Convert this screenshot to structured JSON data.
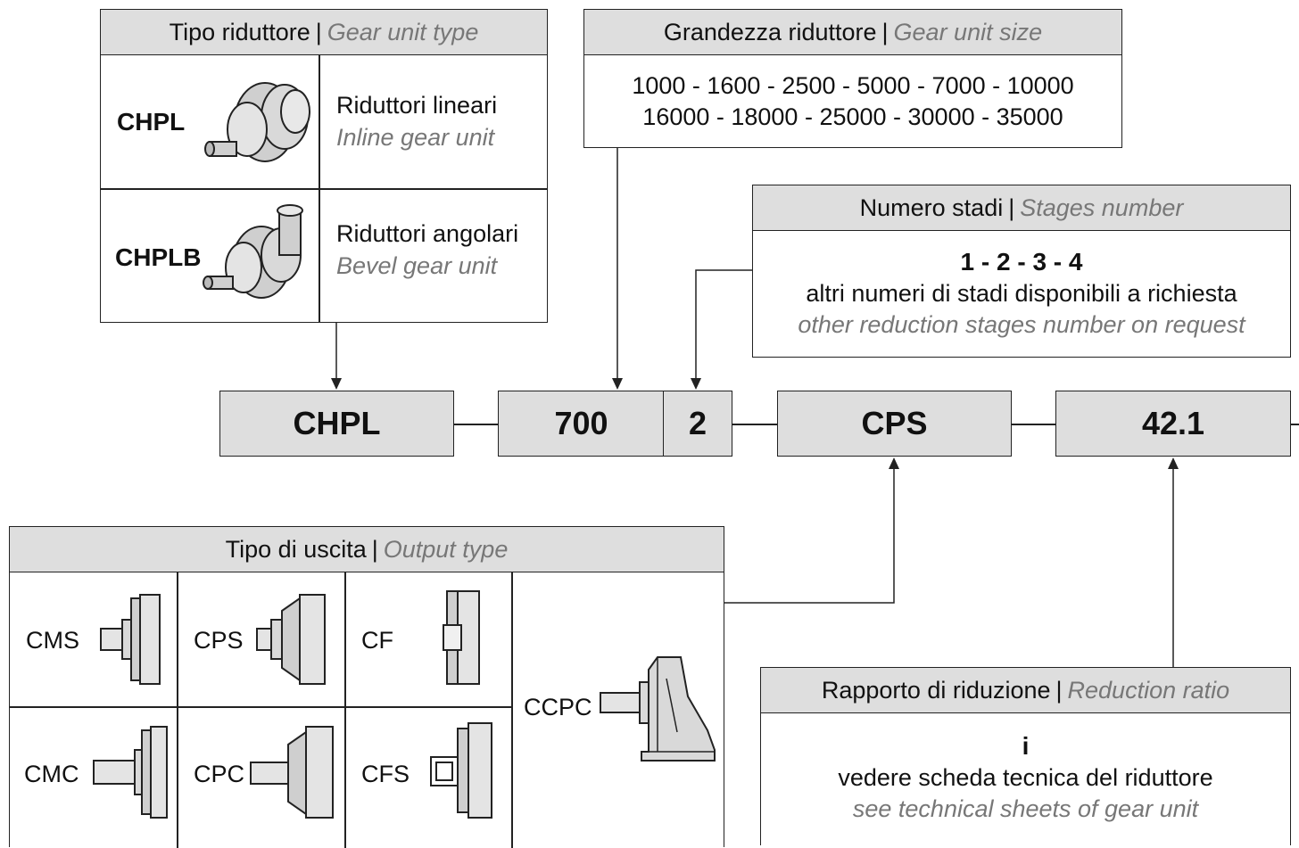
{
  "gear_type": {
    "title_it": "Tipo riduttore",
    "title_en": "Gear unit type",
    "sep": "|",
    "rows": [
      {
        "code": "CHPL",
        "label_it": "Riduttori lineari",
        "label_en": "Inline gear unit"
      },
      {
        "code": "CHPLB",
        "label_it": "Riduttori angolari",
        "label_en": "Bevel gear unit"
      }
    ]
  },
  "gear_size": {
    "title_it": "Grandezza riduttore",
    "title_en": "Gear unit size",
    "sep": "|",
    "line1": "1000 - 1600 - 2500 - 5000 - 7000 - 10000",
    "line2": "16000 - 18000 - 25000 - 30000 - 35000"
  },
  "stages": {
    "title_it": "Numero stadi",
    "title_en": "Stages number",
    "sep": "|",
    "values": "1 - 2 - 3 - 4",
    "note_it": "altri numeri di stadi disponibili a richiesta",
    "note_en": "other reduction stages number on request"
  },
  "code_boxes": {
    "type": "CHPL",
    "size": "700",
    "stages": "2",
    "output": "CPS",
    "ratio": "42.1"
  },
  "output_type": {
    "title_it": "Tipo di uscita",
    "title_en": "Output type",
    "sep": "|",
    "items": [
      "CMS",
      "CPS",
      "CF",
      "CMC",
      "CPC",
      "CFS",
      "CCPC"
    ]
  },
  "ratio": {
    "title_it": "Rapporto di riduzione",
    "title_en": "Reduction ratio",
    "sep": "|",
    "symbol": "i",
    "note_it": "vedere scheda tecnica del riduttore",
    "note_en": "see technical sheets of gear unit"
  }
}
